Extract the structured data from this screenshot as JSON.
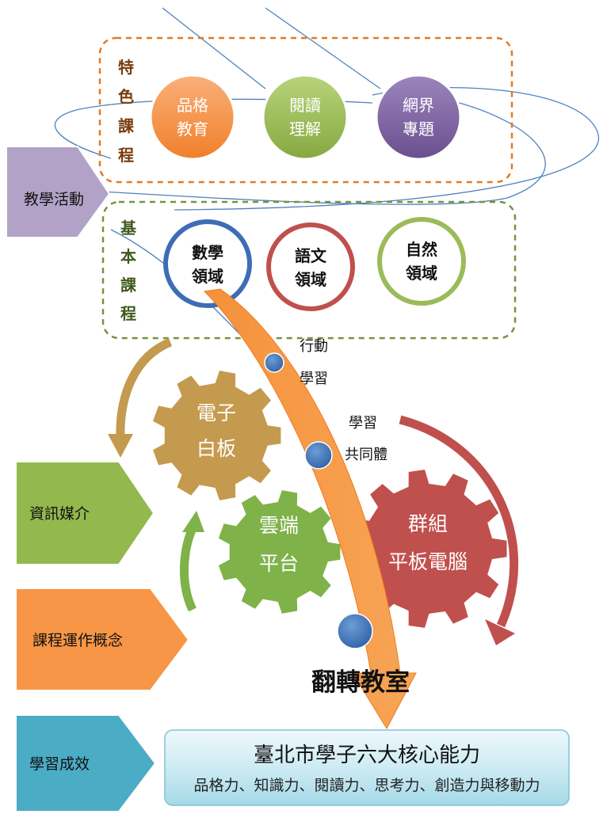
{
  "special": {
    "label_chars": [
      "特",
      "色",
      "課",
      "程"
    ],
    "items": [
      {
        "line1": "品格",
        "line2": "教育"
      },
      {
        "line1": "閱讀",
        "line2": "理解"
      },
      {
        "line1": "網界",
        "line2": "專題"
      }
    ]
  },
  "basic": {
    "label_chars": [
      "基",
      "本",
      "課",
      "程"
    ],
    "items": [
      {
        "line1": "數學",
        "line2": "領域"
      },
      {
        "line1": "語文",
        "line2": "領域"
      },
      {
        "line1": "自然",
        "line2": "領域"
      }
    ]
  },
  "left_arrows": {
    "teaching": "教學活動",
    "media": "資訊媒介",
    "concept": "課程運作概念",
    "outcome": "學習成效"
  },
  "gears": {
    "whiteboard": {
      "line1": "電子",
      "line2": "白板"
    },
    "cloud": {
      "line1": "雲端",
      "line2": "平台"
    },
    "tablet": {
      "line1": "群組",
      "line2": "平板電腦"
    }
  },
  "dots": {
    "mobile": {
      "line1": "行動",
      "line2": "學習"
    },
    "community": {
      "line1": "學習",
      "line2": "共同體"
    }
  },
  "flipped": "翻轉教室",
  "result_box": {
    "title": "臺北市學子六大核心能力",
    "subtitle": "品格力、知識力、閱讀力、思考力、創造力與移動力"
  },
  "colors": {
    "orange": "#F79646",
    "green": "#9BBB59",
    "purple": "#8064A2",
    "lavender": "#B3A2C7",
    "blue": "#4F81BD",
    "red": "#C0504D",
    "gold": "#C49A4E",
    "teal": "#4BACC6"
  }
}
